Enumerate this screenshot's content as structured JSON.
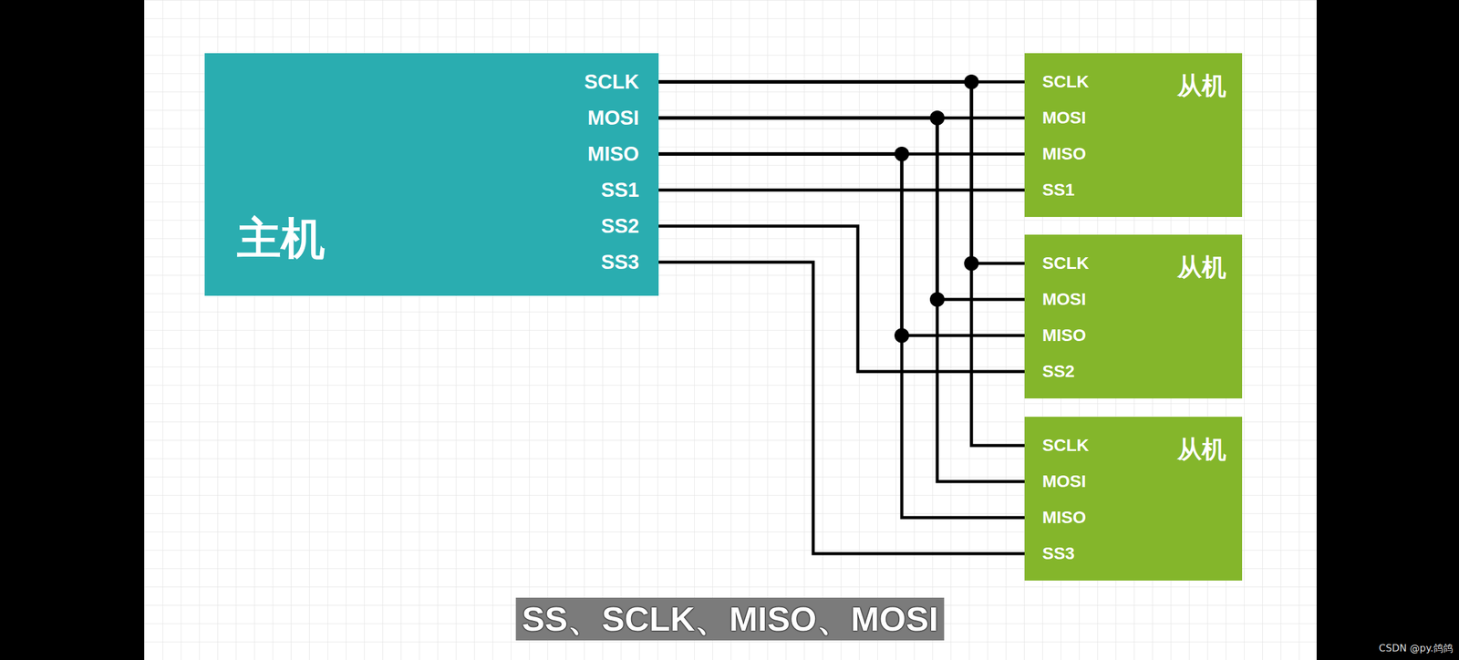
{
  "diagram": {
    "caption": "SS、SCLK、MISO、MOSI",
    "nodes": [
      {
        "text": [
          "主机",
          "SCLK",
          "MOSI",
          "MISO",
          "SS1",
          "SS2",
          "SS3"
        ]
      },
      {
        "text": [
          "从机",
          "SCLK",
          "MOSI",
          "MISO",
          "SS1"
        ]
      },
      {
        "text": [
          "从机",
          "SCLK",
          "MOSI",
          "MISO",
          "SS2"
        ]
      },
      {
        "text": [
          "从机",
          "SCLK",
          "MOSI",
          "MISO",
          "SS3"
        ]
      }
    ],
    "edges": [
      {
        "from": 0,
        "to": 1,
        "arrow": "none"
      },
      {
        "from": 0,
        "to": 2,
        "arrow": "none"
      },
      {
        "from": 0,
        "to": 3,
        "arrow": "none"
      },
      {
        "from": 0,
        "to": 1,
        "arrow": "none"
      },
      {
        "from": 0,
        "to": 2,
        "arrow": "none"
      },
      {
        "from": 0,
        "to": 3,
        "arrow": "none"
      },
      {
        "from": 0,
        "to": 1,
        "arrow": "none"
      },
      {
        "from": 0,
        "to": 2,
        "arrow": "none"
      },
      {
        "from": 0,
        "to": 3,
        "arrow": "none"
      },
      {
        "from": 0,
        "to": 1,
        "arrow": "none"
      },
      {
        "from": 0,
        "to": 2,
        "arrow": "none"
      },
      {
        "from": 0,
        "to": 3,
        "arrow": "none"
      }
    ],
    "labels": [
      "CSDN @py.鸽鸽"
    ]
  }
}
